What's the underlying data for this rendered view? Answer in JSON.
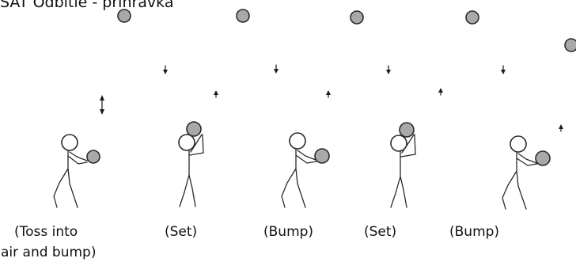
{
  "title": "SAT Odbitie - prihrávka",
  "captions": [
    "(Toss into",
    "air and bump)",
    "(Set)",
    "(Bump)",
    "(Set)",
    "(Bump)"
  ],
  "colors": {
    "ball": "#a9a9a9",
    "outline": "#2a2a2a",
    "background": "#ffffff"
  }
}
